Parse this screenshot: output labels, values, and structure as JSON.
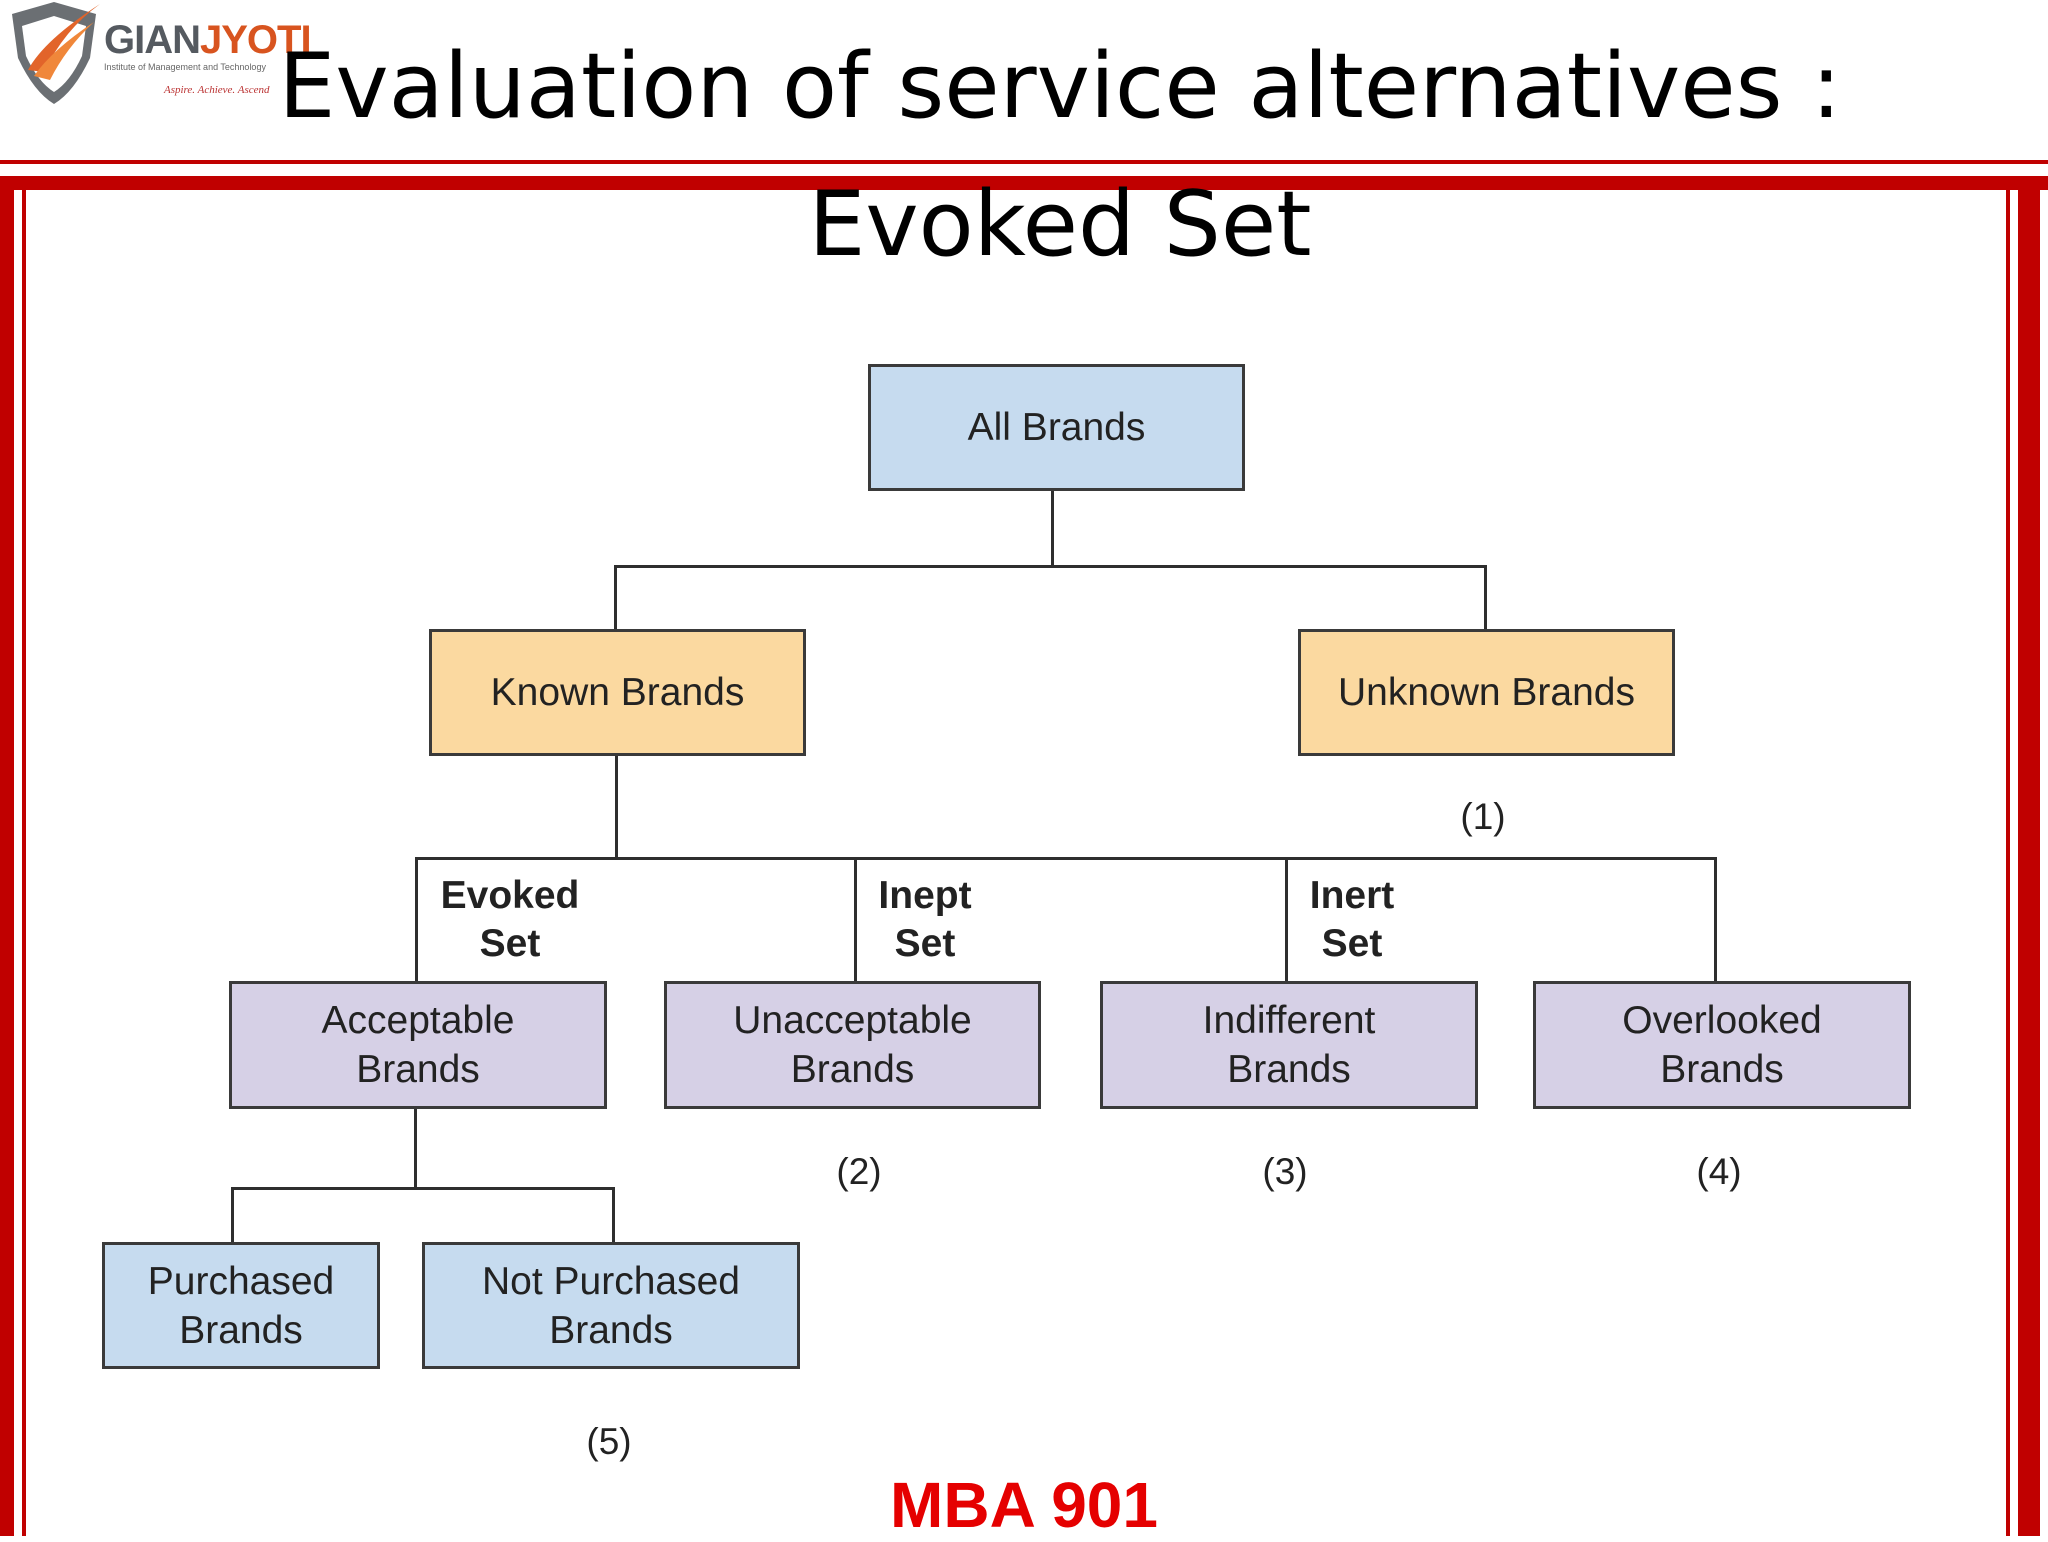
{
  "logo": {
    "brand_part1": "GIAN",
    "brand_part2": "JYOTI",
    "subtitle": "Institute of Management and Technology",
    "tagline": "Aspire. Achieve. Ascend"
  },
  "title_line1": "Evaluation of service alternatives :",
  "title_line2": "Evoked Set",
  "diagram": {
    "nodes": {
      "all_brands": "All Brands",
      "known_brands": "Known Brands",
      "unknown_brands": "Unknown Brands",
      "acceptable_brands": "Acceptable Brands",
      "unacceptable_brands": "Unacceptable Brands",
      "indifferent_brands": "Indifferent Brands",
      "overlooked_brands": "Overlooked Brands",
      "purchased_brands": "Purchased Brands",
      "not_purchased_brands": "Not Purchased Brands"
    },
    "set_labels": {
      "evoked": "Evoked Set",
      "inept": "Inept Set",
      "inert": "Inert Set"
    },
    "numbers": [
      "(1)",
      "(2)",
      "(3)",
      "(4)",
      "(5)"
    ]
  },
  "footer": "MBA 901",
  "colors": {
    "frame": "#c00000",
    "footer": "#e50000",
    "blue_box": "#c6dbef",
    "orange_box": "#fbd9a0",
    "purple_box": "#d6d0e6"
  }
}
